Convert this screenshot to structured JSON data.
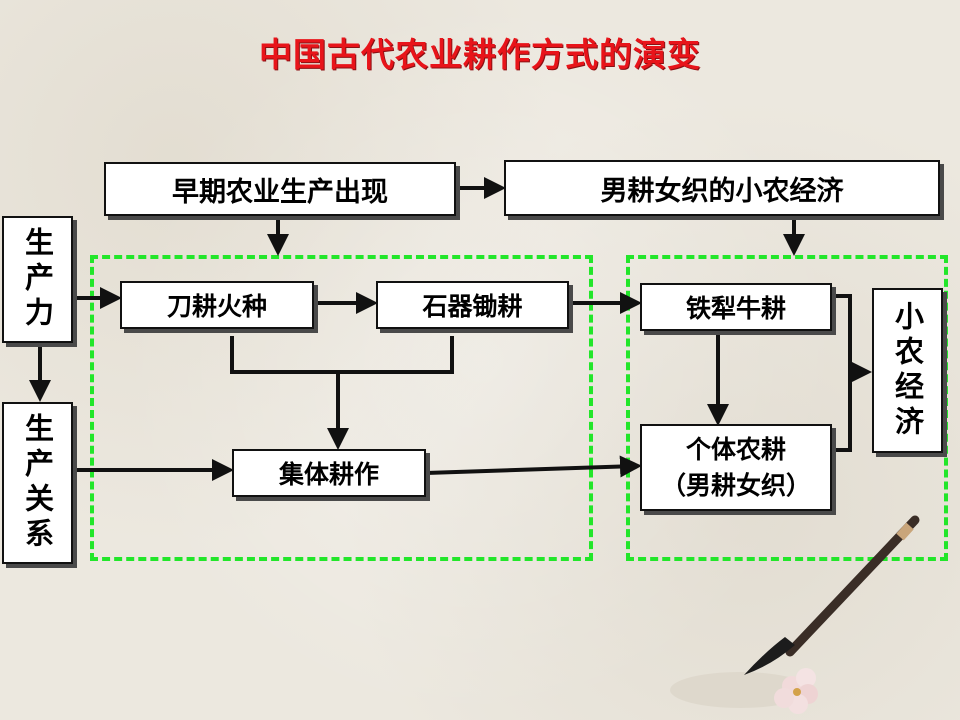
{
  "title": "中国古代农业耕作方式的演变",
  "nodes": {
    "early_agriculture": "早期农业生产出现",
    "small_peasant_top": "男耕女织的小农经济",
    "productivity": "生产力",
    "relations": "生产关系",
    "slash_burn": "刀耕火种",
    "stone_hoe": "石器锄耕",
    "collective": "集体耕作",
    "iron_plough": "铁犁牛耕",
    "individual_line1": "个体农耕",
    "individual_line2": "（男耕女织）",
    "small_peasant_right": "小农经济"
  },
  "colors": {
    "title": "#e8141a",
    "group_border": "#22e62a",
    "arrow": "#111111"
  }
}
